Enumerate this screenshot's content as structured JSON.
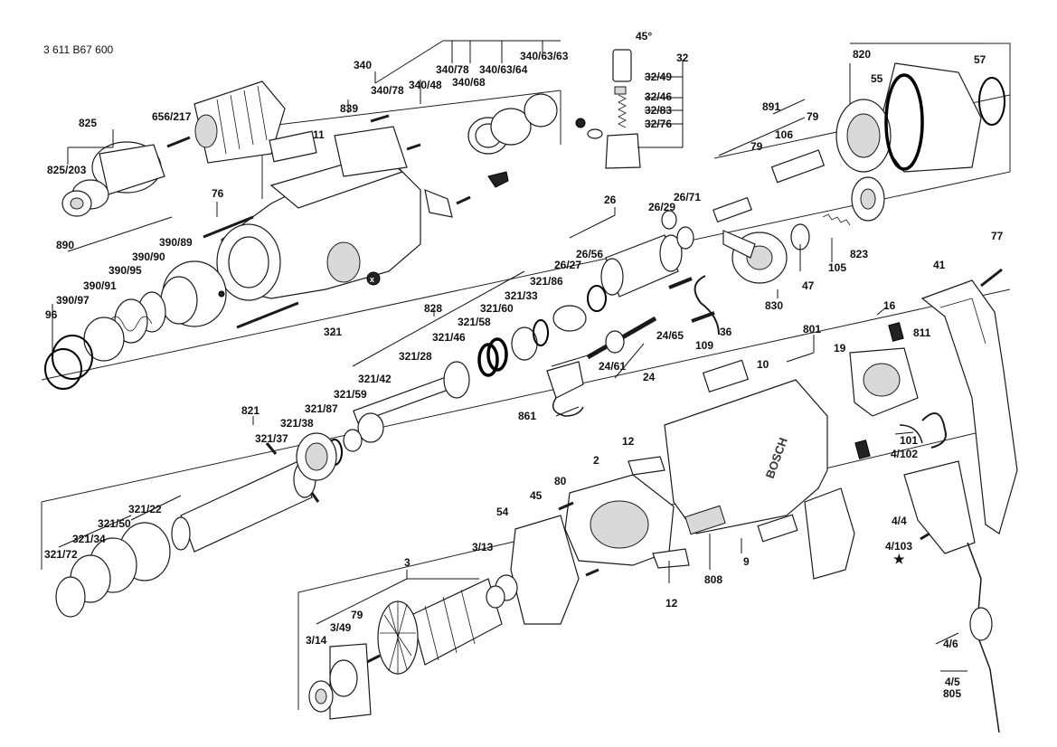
{
  "document": {
    "number": "3 611 B67 600"
  },
  "labels": {
    "l_340": "340",
    "l_340_78": "340/78",
    "l_340_68": "340/68",
    "l_340_63_64": "340/63/64",
    "l_340_63_63": "340/63/63",
    "l_340_78b": "340/78",
    "l_340_48": "340/48",
    "l_839": "839",
    "l_11": "11",
    "l_656_217": "656/217",
    "l_825": "825",
    "l_825_203": "825/203",
    "l_76": "76",
    "l_890": "890",
    "l_390_89": "390/89",
    "l_390_90": "390/90",
    "l_390_95": "390/95",
    "l_390_91": "390/91",
    "l_390_97": "390/97",
    "l_96": "96",
    "l_32": "32",
    "l_32_49": "32/49",
    "l_32_46": "32/46",
    "l_32_83": "32/83",
    "l_32_76": "32/76",
    "l_45deg": "45°",
    "l_820": "820",
    "l_55": "55",
    "l_57": "57",
    "l_891": "891",
    "l_79a": "79",
    "l_106": "106",
    "l_79b": "79",
    "l_26": "26",
    "l_26_29": "26/29",
    "l_26_71": "26/71",
    "l_26_56": "26/56",
    "l_26_27": "26/27",
    "l_823": "823",
    "l_47": "47",
    "l_105": "105",
    "l_830": "830",
    "l_36": "36",
    "l_109": "109",
    "l_828": "828",
    "l_321_86": "321/86",
    "l_321_33": "321/33",
    "l_321_60": "321/60",
    "l_321_58": "321/58",
    "l_321_46": "321/46",
    "l_321_28": "321/28",
    "l_321_42": "321/42",
    "l_321_59": "321/59",
    "l_321": "321",
    "l_821": "821",
    "l_321_87": "321/87",
    "l_321_38": "321/38",
    "l_321_37": "321/37",
    "l_24_65": "24/65",
    "l_24_61": "24/61",
    "l_24": "24",
    "l_861": "861",
    "l_77": "77",
    "l_41": "41",
    "l_16": "16",
    "l_811": "811",
    "l_801": "801",
    "l_19": "19",
    "l_10": "10",
    "l_101": "101",
    "l_4_102": "4/102",
    "l_4_4": "4/4",
    "l_4_103": "4/103",
    "l_star": "★",
    "l_4_6": "4/6",
    "l_4_5": "4/5",
    "l_805": "805",
    "l_321_22": "321/22",
    "l_321_50": "321/50",
    "l_321_34": "321/34",
    "l_321_72": "321/72",
    "l_12a": "12",
    "l_2": "2",
    "l_80": "80",
    "l_45": "45",
    "l_54": "54",
    "l_3_13": "3/13",
    "l_3": "3",
    "l_12b": "12",
    "l_808": "808",
    "l_9": "9",
    "l_79c": "79",
    "l_3_49": "3/49",
    "l_3_14": "3/14"
  },
  "brand_text": "BOSCH",
  "colors": {
    "ink": "#111111",
    "background": "#ffffff",
    "shade": "#d9d9d9"
  }
}
